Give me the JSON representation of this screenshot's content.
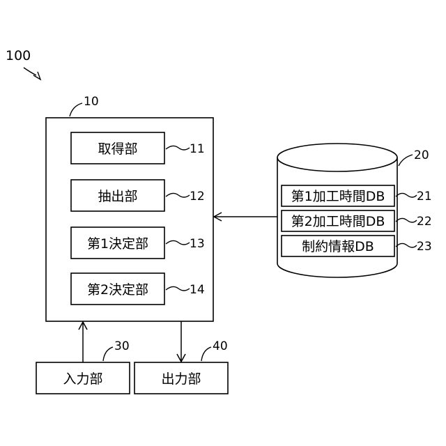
{
  "system": {
    "ref": "100"
  },
  "main_block": {
    "ref": "10",
    "units": [
      {
        "label": "取得部",
        "ref": "11"
      },
      {
        "label": "抽出部",
        "ref": "12"
      },
      {
        "label": "第1決定部",
        "ref": "13"
      },
      {
        "label": "第2決定部",
        "ref": "14"
      }
    ]
  },
  "database": {
    "ref": "20",
    "tables": [
      {
        "label": "第1加工時間DB",
        "ref": "21"
      },
      {
        "label": "第2加工時間DB",
        "ref": "22"
      },
      {
        "label": "制約情報DB",
        "ref": "23"
      }
    ]
  },
  "input_unit": {
    "label": "入力部",
    "ref": "30"
  },
  "output_unit": {
    "label": "出力部",
    "ref": "40"
  },
  "colors": {
    "stroke": "#000000",
    "fill": "#ffffff"
  }
}
